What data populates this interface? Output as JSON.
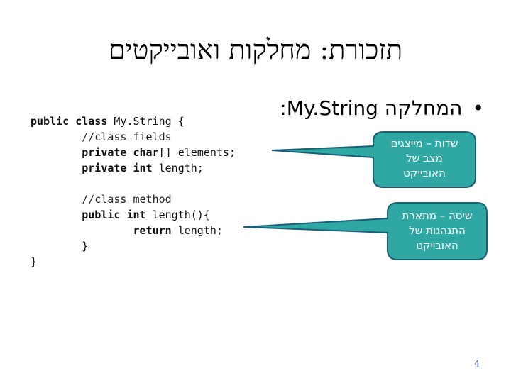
{
  "title": "תזכורת: מחלקות ואובייקטים",
  "bullet": {
    "prefix": "המחלקה",
    "class_name": "My.String",
    "suffix": ":"
  },
  "code": {
    "l1_kw1": "public",
    "l1_kw2": "class",
    "l1_rest": "My.String {",
    "l2": "//class fields",
    "l3_kw": "private",
    "l3_type": "char",
    "l3_rest": "[] elements;",
    "l4_kw": "private",
    "l4_type": "int",
    "l4_rest": "length;",
    "l5": "//class method",
    "l6_kw1": "public",
    "l6_kw2": "int",
    "l6_rest": "length(){",
    "l7_kw": "return",
    "l7_rest": "length;",
    "l8": "}",
    "l9": "}"
  },
  "callouts": {
    "fields": [
      "שדות – מייצגים",
      "מצב של",
      "האובייקט"
    ],
    "method": [
      "שיטה – מתארת",
      "התנהגות של",
      "האובייקט"
    ]
  },
  "colors": {
    "callout_fill": "#2fa8a3",
    "callout_border": "#1a5f7a",
    "page_number": "#4a6fb5"
  },
  "page_number": "4"
}
